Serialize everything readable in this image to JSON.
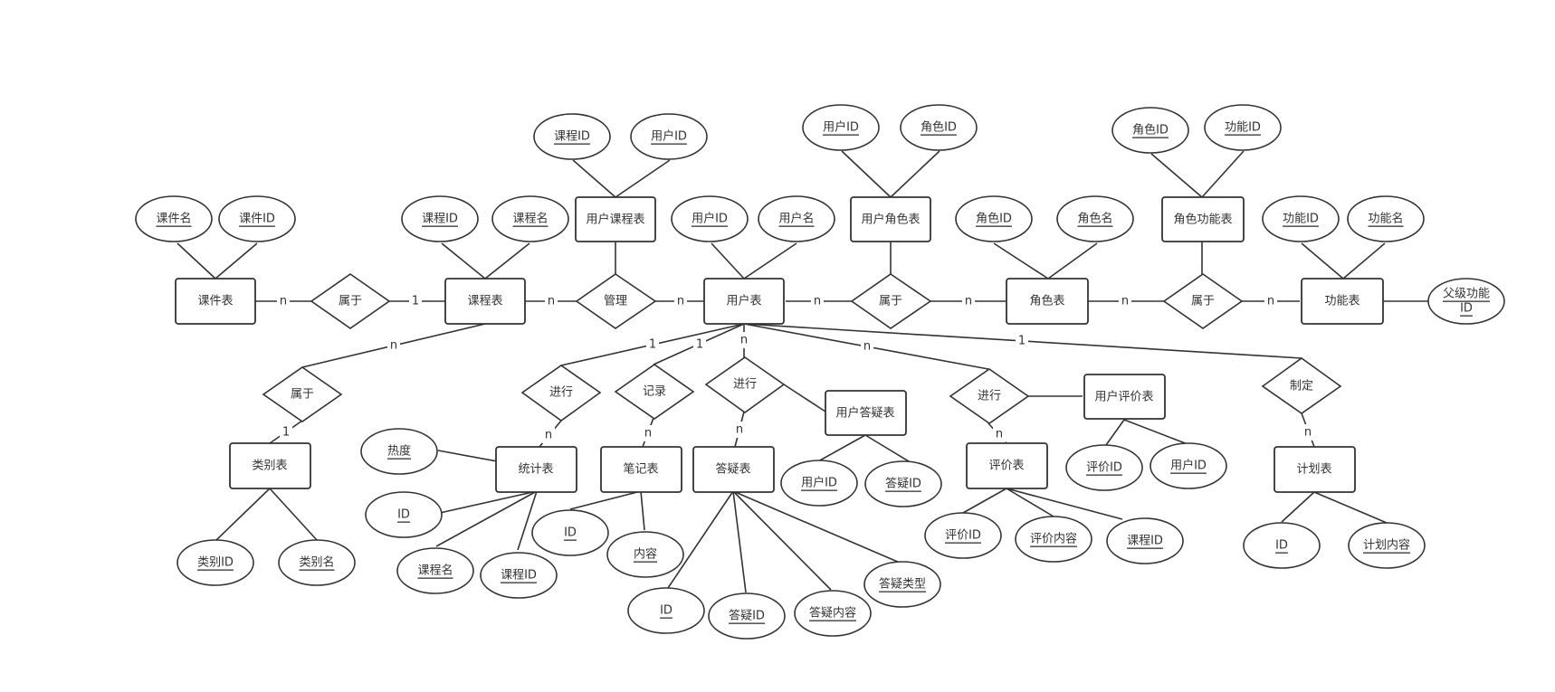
{
  "entities": {
    "kejian": "课件表",
    "kecheng": "课程表",
    "yonghukecheng": "用户课程表",
    "yonghu": "用户表",
    "yonghujuese": "用户角色表",
    "juese": "角色表",
    "juesegongneng": "角色功能表",
    "gongneng": "功能表",
    "leibie": "类别表",
    "tongji": "统计表",
    "biji": "笔记表",
    "dayi": "答疑表",
    "yonghudayi": "用户答疑表",
    "pingjia": "评价表",
    "yonghupingjia": "用户评价表",
    "jihua": "计划表"
  },
  "relationships": {
    "shuyu1": "属于",
    "guanli": "管理",
    "shuyu2": "属于",
    "shuyu3": "属于",
    "shuyu4": "属于",
    "jinxing1": "进行",
    "jilu": "记录",
    "jinxing2": "进行",
    "jinxing3": "进行",
    "zhiding": "制定"
  },
  "attributes": {
    "kejianming": "课件名",
    "kejianid": "课件ID",
    "kechengid_a": "课程ID",
    "kechengming_a": "课程名",
    "kechengid_b": "课程ID",
    "yonghuid_b": "用户ID",
    "yonghuid_a": "用户ID",
    "yonghuming": "用户名",
    "yonghuid_c": "用户ID",
    "jueseid_c": "角色ID",
    "jueseid_a": "角色ID",
    "jueseming": "角色名",
    "jueseid_d": "角色ID",
    "gongnengid_d": "功能ID",
    "gongnengid_a": "功能ID",
    "gongnengming": "功能名",
    "fujigongnengid_1": "父级功能",
    "fujigongnengid_2": "ID",
    "redu": "热度",
    "tongji_id": "ID",
    "tongji_kechengming": "课程名",
    "tongji_kechengid": "课程ID",
    "biji_id": "ID",
    "biji_neirong": "内容",
    "dayi_id": "ID",
    "dayi_dayiid": "答疑ID",
    "dayi_neirong": "答疑内容",
    "dayi_leixing": "答疑类型",
    "yhdy_yonghuid": "用户ID",
    "yhdy_dayiid": "答疑ID",
    "pj_pingjiaid": "评价ID",
    "pj_neirong": "评价内容",
    "pj_kechengid": "课程ID",
    "yhpj_pingjiaid": "评价ID",
    "yhpj_yonghuid": "用户ID",
    "jh_id": "ID",
    "jh_neirong": "计划内容",
    "lb_id": "类别ID",
    "lb_ming": "类别名"
  },
  "cardinality": {
    "c1": "n",
    "c2": "1",
    "c3": "n",
    "c4": "n",
    "c5": "n",
    "c6": "n",
    "c7": "n",
    "c8": "n",
    "c9": "n",
    "c10": "1",
    "c11": "1",
    "c12": "1",
    "c13": "n",
    "c14": "n",
    "c15": "1",
    "c16": "n",
    "c17": "n",
    "c18": "n",
    "c19": "n",
    "c20": "n"
  }
}
